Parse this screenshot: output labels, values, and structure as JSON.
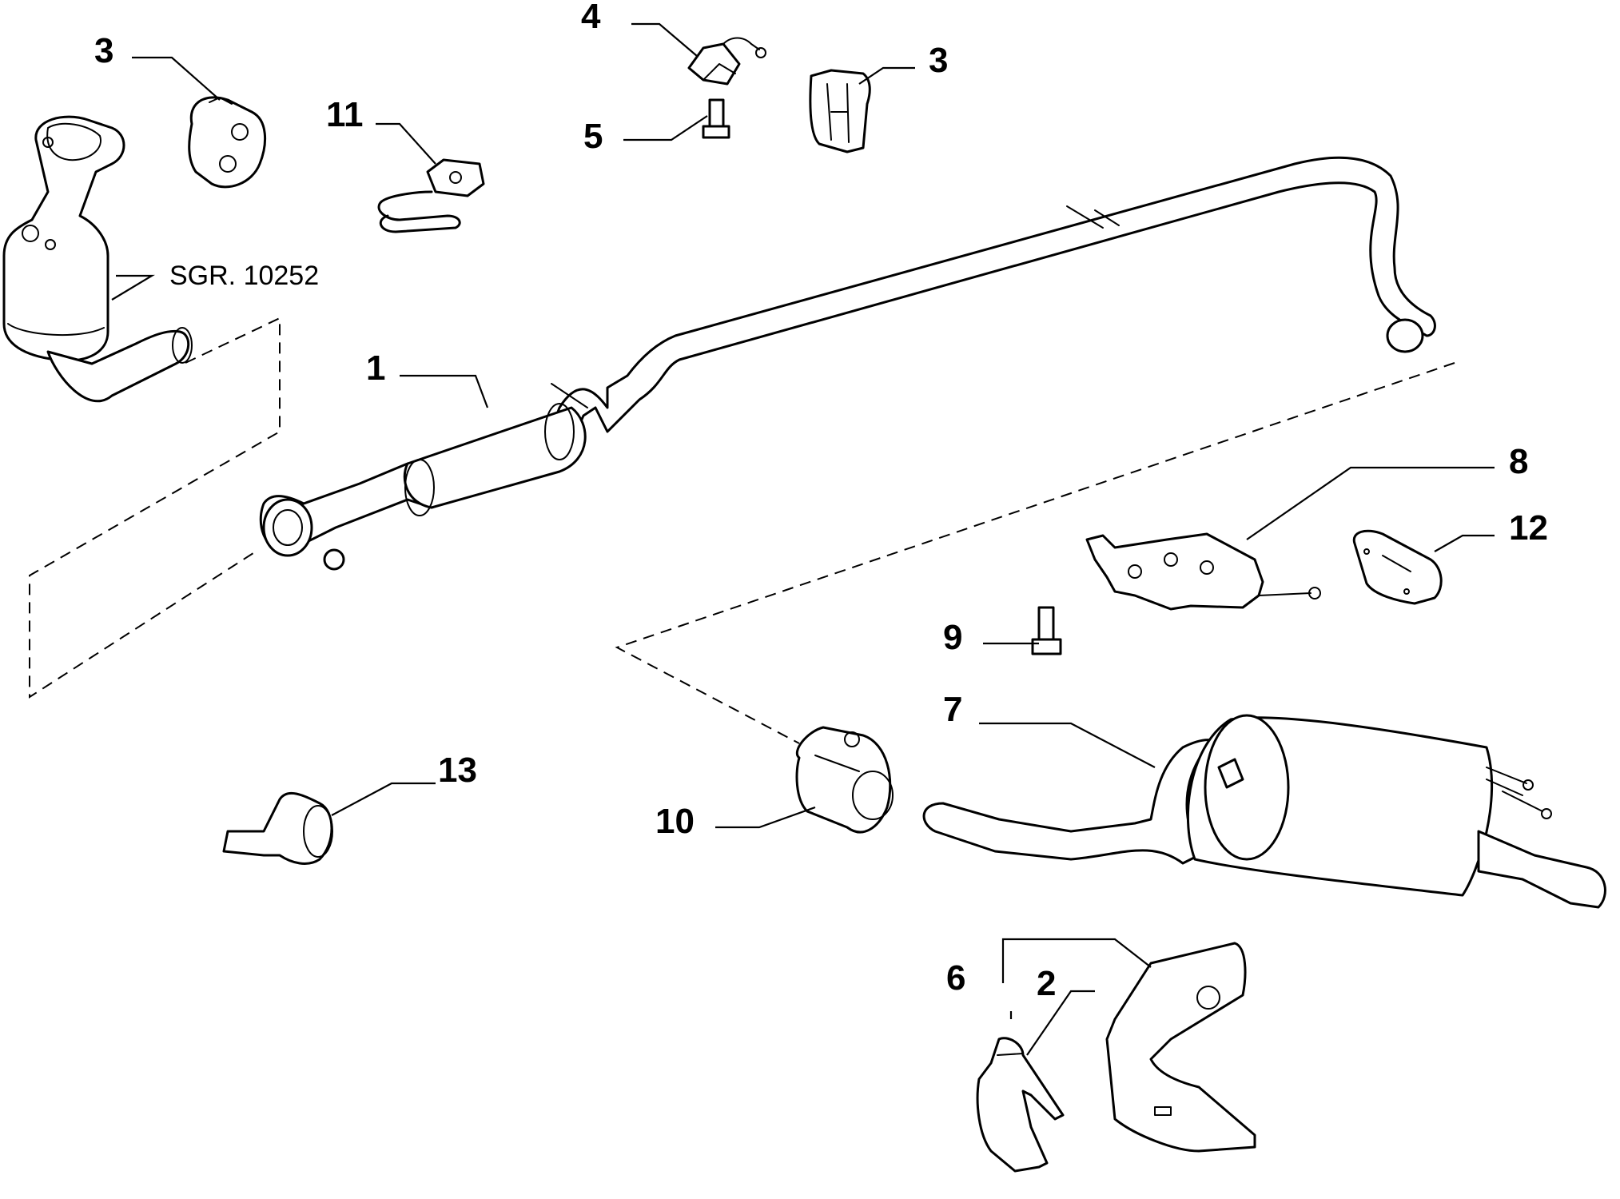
{
  "diagram": {
    "reference_label": "SGR. 10252",
    "callouts": [
      {
        "id": "c3a",
        "label": "3"
      },
      {
        "id": "c11",
        "label": "11"
      },
      {
        "id": "c4",
        "label": "4"
      },
      {
        "id": "c5",
        "label": "5"
      },
      {
        "id": "c3b",
        "label": "3"
      },
      {
        "id": "c1",
        "label": "1"
      },
      {
        "id": "c8",
        "label": "8"
      },
      {
        "id": "c12",
        "label": "12"
      },
      {
        "id": "c9",
        "label": "9"
      },
      {
        "id": "c7",
        "label": "7"
      },
      {
        "id": "c10",
        "label": "10"
      },
      {
        "id": "c13",
        "label": "13"
      },
      {
        "id": "c6",
        "label": "6"
      },
      {
        "id": "c2",
        "label": "2"
      }
    ]
  }
}
